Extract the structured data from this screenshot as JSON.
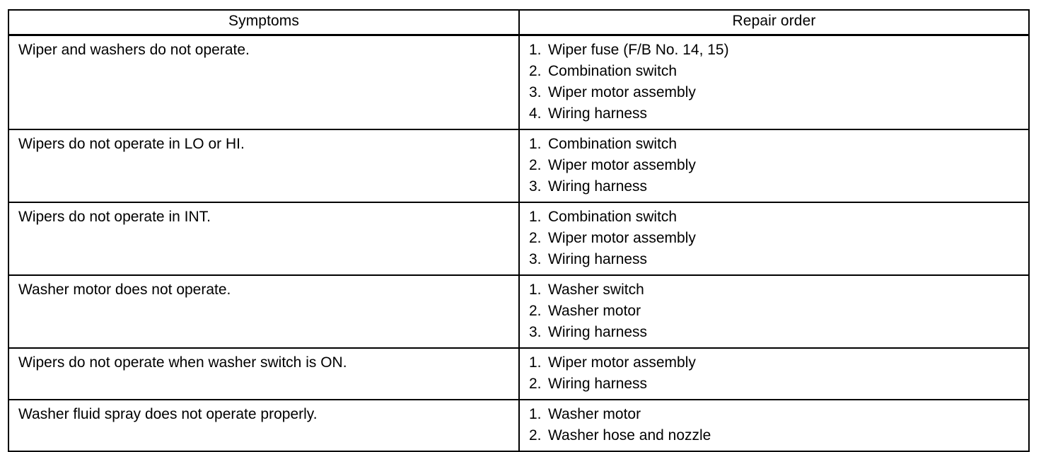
{
  "table": {
    "headers": {
      "symptoms": "Symptoms",
      "repair_order": "Repair order"
    },
    "rows": [
      {
        "symptom": "Wiper and washers do not operate.",
        "repair_order": [
          "Wiper fuse (F/B No. 14, 15)",
          "Combination switch",
          "Wiper motor assembly",
          "Wiring harness"
        ]
      },
      {
        "symptom": "Wipers do not operate in LO or HI.",
        "repair_order": [
          "Combination switch",
          "Wiper motor assembly",
          "Wiring harness"
        ]
      },
      {
        "symptom": "Wipers do not operate in INT.",
        "repair_order": [
          "Combination switch",
          "Wiper motor assembly",
          "Wiring harness"
        ]
      },
      {
        "symptom": "Washer motor does not operate.",
        "repair_order": [
          "Washer switch",
          "Washer motor",
          "Wiring harness"
        ]
      },
      {
        "symptom": "Wipers do not operate when washer switch is ON.",
        "repair_order": [
          "Wiper motor assembly",
          "Wiring harness"
        ]
      },
      {
        "symptom": "Washer fluid spray does not operate properly.",
        "repair_order": [
          "Washer motor",
          "Washer hose and nozzle"
        ]
      }
    ]
  },
  "colors": {
    "border": "#000000",
    "text": "#000000",
    "background": "#ffffff"
  }
}
